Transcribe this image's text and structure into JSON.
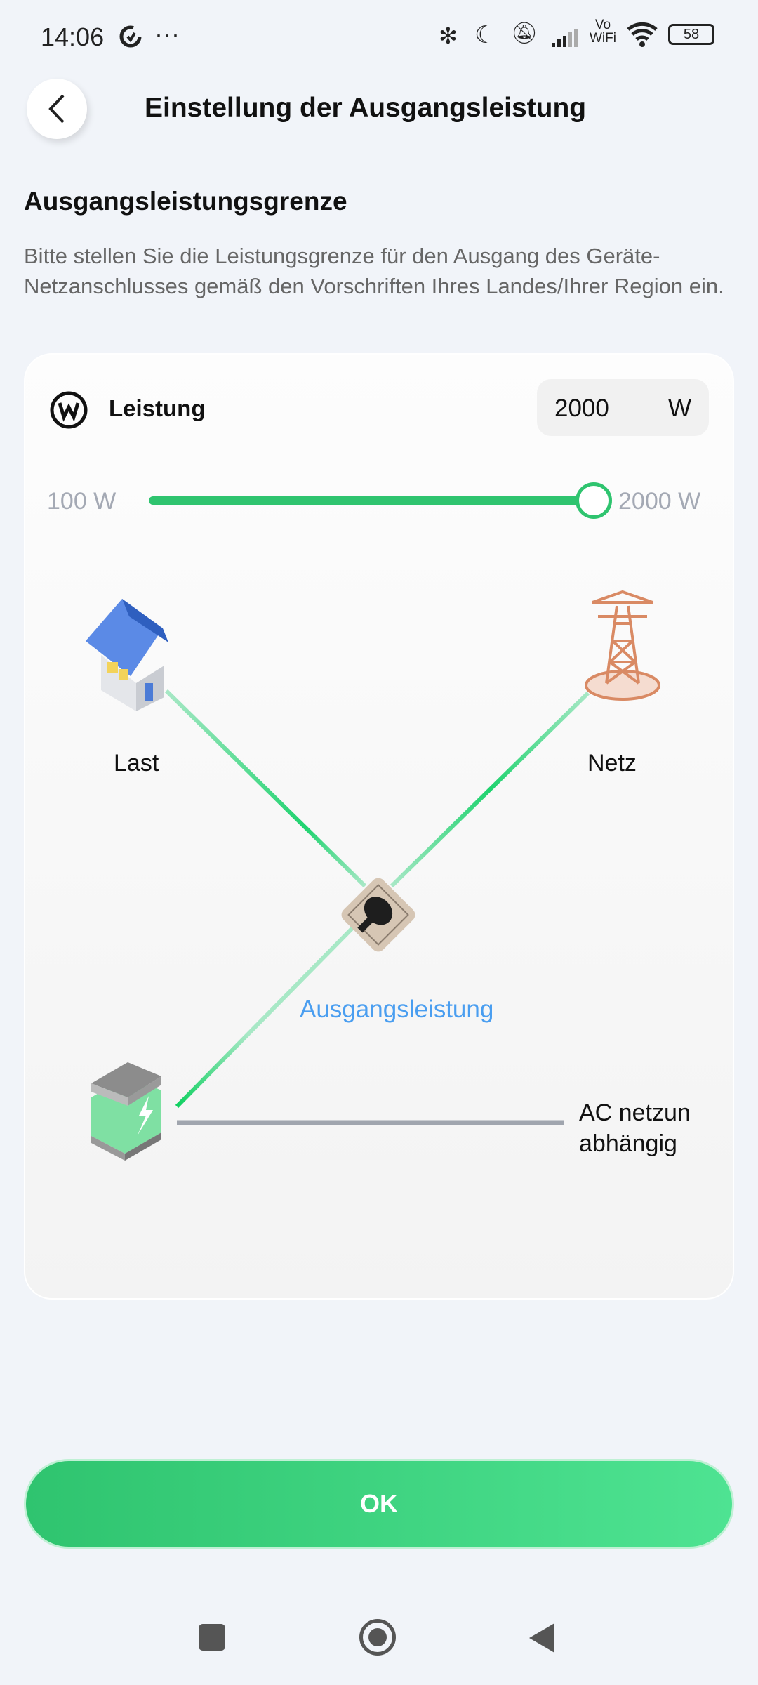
{
  "status_bar": {
    "time": "14:06",
    "more": "···",
    "vowifi_top": "Vo",
    "vowifi_bottom": "WiFi",
    "battery": "58"
  },
  "header": {
    "title": "Einstellung der Ausgangsleistung"
  },
  "section": {
    "title": "Ausgangsleistungsgrenze",
    "description": "Bitte stellen Sie die Leistungsgrenze für den Ausgang des Geräte-Netzanschlusses gemäß den Vorschriften Ihres Landes/Ihrer Region ein."
  },
  "power": {
    "label": "Leistung",
    "value": "2000",
    "unit": "W",
    "min_label": "100 W",
    "max_label": "2000 W",
    "min": 100,
    "max": 2000,
    "current": 2000
  },
  "diagram": {
    "load": "Last",
    "grid": "Netz",
    "output": "Ausgangsleistung",
    "ac_line1": "AC netzun",
    "ac_line2": "abhängig",
    "accent": "#2fc46f",
    "output_color": "#4a9ef0"
  },
  "footer": {
    "ok": "OK"
  }
}
